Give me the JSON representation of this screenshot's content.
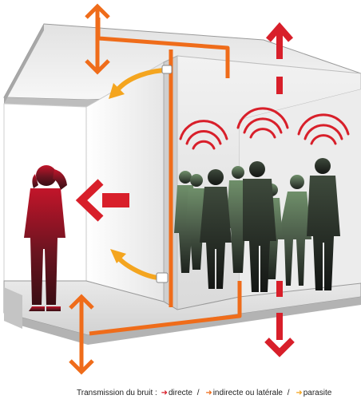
{
  "legend": {
    "prefix": "Transmission du bruit :",
    "items": [
      {
        "label": "directe",
        "color": "#d81f2a",
        "icon": "arrow-right-icon"
      },
      {
        "label": "indirecte ou latérale",
        "color": "#ef6c1a",
        "icon": "arrow-right-icon"
      },
      {
        "label": "parasite",
        "color": "#f4a51f",
        "icon": "arrow-right-icon"
      }
    ],
    "separator": "/"
  },
  "colors": {
    "direct": "#d81f2a",
    "indirect": "#ef6c1a",
    "parasite": "#f4a51f",
    "wall": "#ededed",
    "slab": "#dcdcdc",
    "edge": "#9a9a9a"
  }
}
